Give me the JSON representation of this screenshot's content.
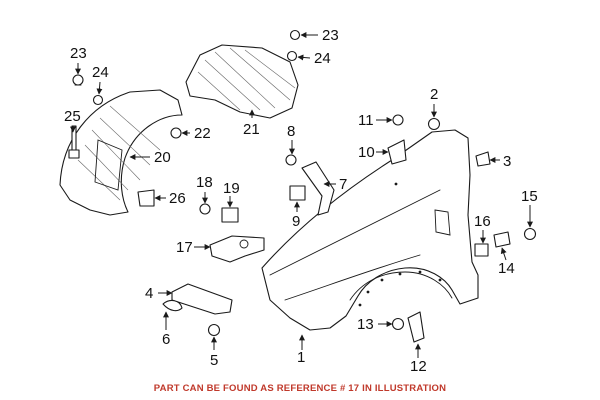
{
  "callouts": [
    "1",
    "2",
    "3",
    "4",
    "5",
    "6",
    "7",
    "8",
    "9",
    "10",
    "11",
    "12",
    "13",
    "14",
    "15",
    "16",
    "17",
    "18",
    "19",
    "20",
    "21",
    "22",
    "23",
    "24",
    "25",
    "26"
  ],
  "footer_note": "PART CAN BE FOUND AS REFERENCE # 17 IN ILLUSTRATION",
  "colors": {
    "line": "#1a1a1a",
    "note": "#c0392b",
    "background": "#ffffff"
  }
}
